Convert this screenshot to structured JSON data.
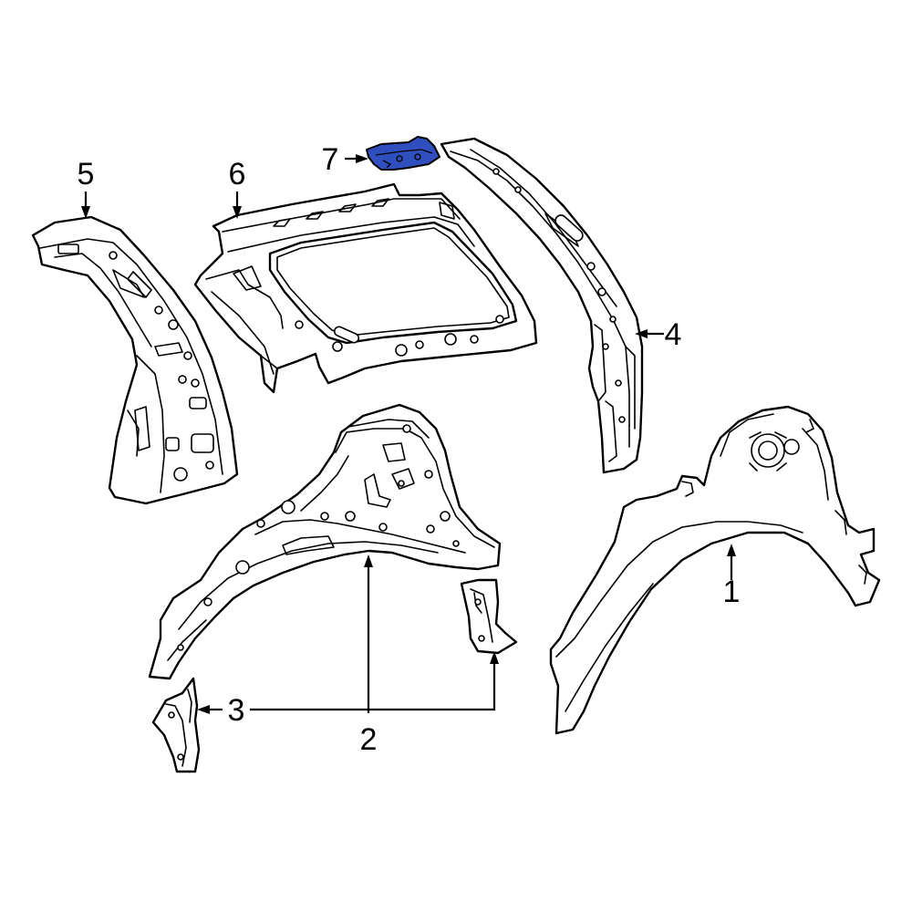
{
  "diagram": {
    "callouts": [
      {
        "id": "1",
        "label": "1"
      },
      {
        "id": "2",
        "label": "2"
      },
      {
        "id": "3",
        "label": "3"
      },
      {
        "id": "4",
        "label": "4"
      },
      {
        "id": "5",
        "label": "5"
      },
      {
        "id": "6",
        "label": "6"
      },
      {
        "id": "7",
        "label": "7"
      }
    ],
    "highlighted_part": "7",
    "colors": {
      "highlight": "#2f4fbf",
      "line": "#000000",
      "background": "#ffffff"
    }
  }
}
